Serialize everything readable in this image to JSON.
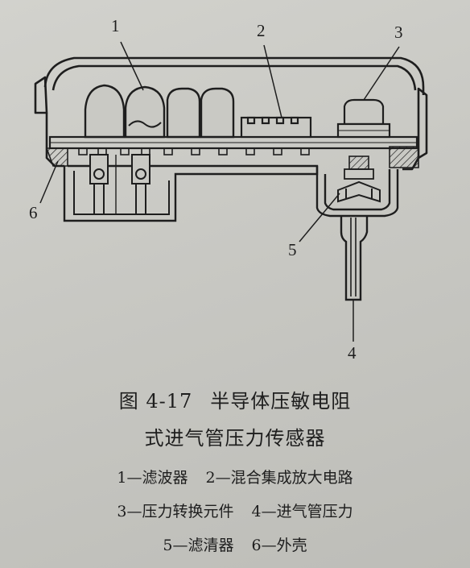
{
  "callouts": {
    "c1": "1",
    "c2": "2",
    "c3": "3",
    "c4": "4",
    "c5": "5",
    "c6": "6"
  },
  "caption": {
    "figure_number": "图 4-17",
    "title_line1": "半导体压敏电阻",
    "title_line2": "式进气管压力传感器"
  },
  "legend": {
    "item1": "1—滤波器",
    "item2": "2—混合集成放大电路",
    "item3": "3—压力转换元件",
    "item4": "4—进气管压力",
    "item5": "5—滤清器",
    "item6": "6—外壳"
  },
  "colors": {
    "ink": "#1e1e1e",
    "paper": "#c9c9c4"
  }
}
